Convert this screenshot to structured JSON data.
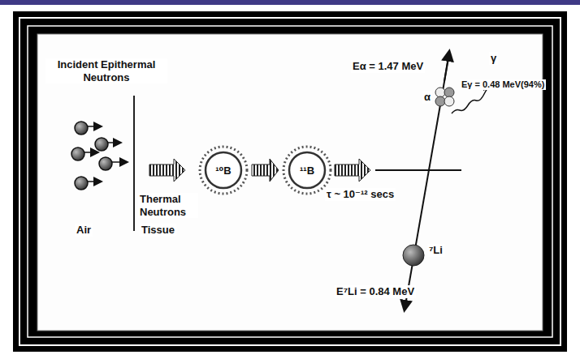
{
  "diagram": {
    "nodes": [
      {
        "text": [
          "¹⁰B"
        ]
      },
      {
        "text": [
          "¹¹B"
        ]
      }
    ],
    "edges": [
      {
        "from": 0,
        "to": 1,
        "arrow": "to"
      }
    ],
    "labels": [
      "Incident Epithermal Neutrons",
      "Thermal Neutrons",
      "Air",
      "Tissue",
      "τ ~ 10⁻¹² secs",
      "Eα = 1.47 MeV",
      "α",
      "γ",
      "Eγ = 0.48 MeV(94%)",
      "⁷Li",
      "E⁷Li = 0.84 MeV"
    ]
  }
}
